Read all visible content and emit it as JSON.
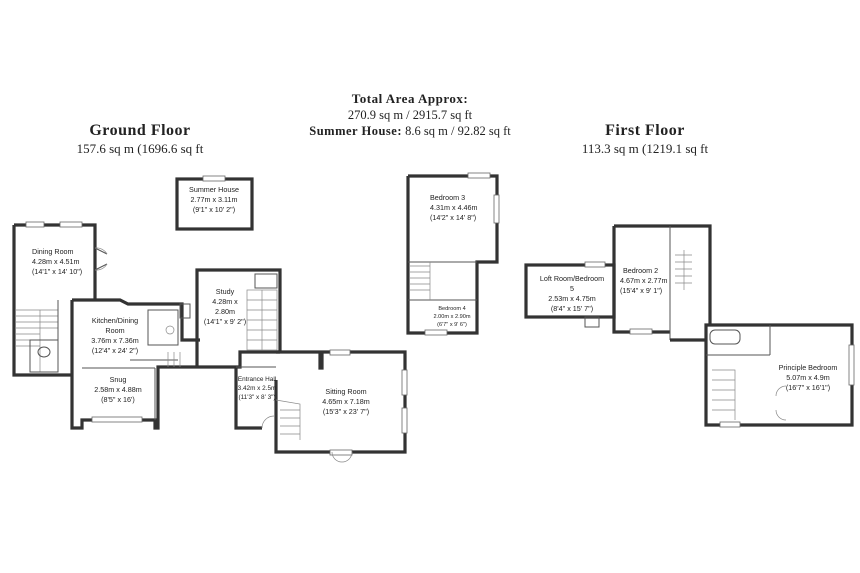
{
  "header": {
    "total_label": "Total Area Approx:",
    "total_value": "270.9 sq m / 2915.7 sq ft",
    "summer_label": "Summer House:",
    "summer_value": "8.6 sq m / 92.82 sq ft"
  },
  "ground_floor": {
    "title": "Ground Floor",
    "area": "157.6 sq m (1696.6 sq ft",
    "rooms": {
      "summer_house": {
        "name": "Summer House",
        "dims": "2.77m x 3.11m",
        "imperial": "(9'1\" x 10' 2\")"
      },
      "dining_room": {
        "name": "Dining Room",
        "dims": "4.28m x 4.51m",
        "imperial": "(14'1\" x 14' 10\")"
      },
      "kitchen": {
        "name1": "Kitchen/Dining",
        "name2": "Room",
        "dims": "3.76m x 7.36m",
        "imperial": "(12'4\" x 24' 2\")"
      },
      "snug": {
        "name": "Snug",
        "dims": "2.58m x 4.88m",
        "imperial": "(8'5\" x 16')"
      },
      "study": {
        "name": "Study",
        "dims1": "4.28m x",
        "dims2": "2.80m",
        "imperial": "(14'1\" x 9' 2\")"
      },
      "entrance_hall": {
        "name": "Entrance Hall",
        "dims": "3.42m x 2.5m",
        "imperial": "(11'3\" x 8' 3\")"
      },
      "sitting_room": {
        "name": "Sitting Room",
        "dims": "4.65m x 7.18m",
        "imperial": "(15'3\" x 23' 7\")"
      }
    }
  },
  "first_floor": {
    "title": "First Floor",
    "area": "113.3 sq m (1219.1 sq ft",
    "rooms": {
      "bedroom3": {
        "name": "Bedroom 3",
        "dims": "4.31m x 4.46m",
        "imperial": "(14'2\" x 14' 8\")"
      },
      "bedroom4": {
        "name": "Bedroom 4",
        "dims": "2.00m x 2.90m",
        "imperial": "(6'7\" x 9' 6\")"
      },
      "loft_room": {
        "name1": "Loft Room/Bedroom",
        "name2": "5",
        "dims": "2.53m x 4.75m",
        "imperial": "(8'4\" x 15' 7\")"
      },
      "bedroom2": {
        "name": "Bedroom 2",
        "dims": "4.67m x 2.77m",
        "imperial": "(15'4\" x 9' 1\")"
      },
      "principle_bedroom": {
        "name": "Principle Bedroom",
        "dims": "5.07m x 4.9m",
        "imperial": "(16'7\" x 16'1\")"
      }
    }
  }
}
